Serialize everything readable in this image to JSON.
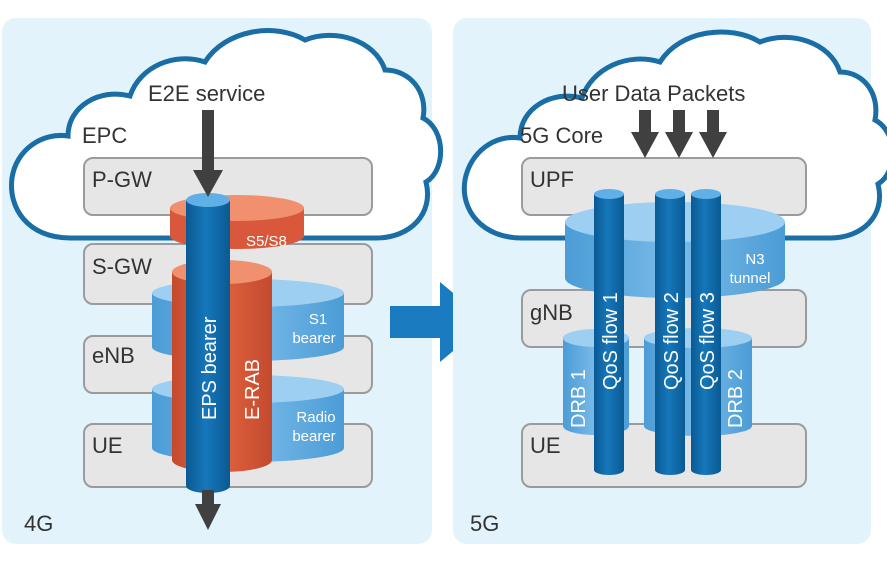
{
  "panel_4g": {
    "corner_label": "4G",
    "service_label": "E2E service",
    "core_label": "EPC",
    "nodes": [
      "P-GW",
      "S-GW",
      "eNB",
      "UE"
    ],
    "eps_bearer": "EPS bearer",
    "erab": "E-RAB",
    "s5s8": "S5/S8",
    "s1_bearer": [
      "S1",
      "bearer"
    ],
    "radio_bearer": [
      "Radio",
      "bearer"
    ]
  },
  "panel_5g": {
    "corner_label": "5G",
    "packets_label": "User Data Packets",
    "core_label": "5G Core",
    "nodes": [
      "UPF",
      "gNB",
      "UE"
    ],
    "n3_tunnel": [
      "N3",
      "tunnel"
    ],
    "qos_flows": [
      "QoS flow 1",
      "QoS flow 2",
      "QoS flow 3"
    ],
    "drbs": [
      "DRB 1",
      "DRB 2"
    ]
  },
  "colors": {
    "panel_bg": "#e2f3fb",
    "cloud_outline": "#1a6ea5",
    "node_box": "#e6e6e6",
    "bearer_blue": "#0d6aa8",
    "erab_orange": "#d9573a",
    "light_blue": "#5aa9e0",
    "arrow_gray": "#404040",
    "transition_arrow": "#1a7bc0"
  }
}
